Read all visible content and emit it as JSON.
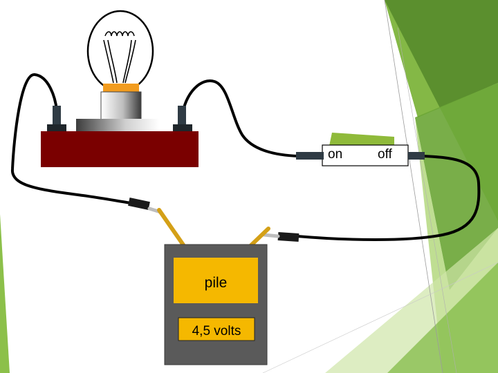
{
  "switch": {
    "on_label": "on",
    "off_label": "off"
  },
  "battery": {
    "label": "pile",
    "voltage": "4,5 volts"
  },
  "colors": {
    "base": "#7a0000",
    "battery_body": "#5a5a5a",
    "battery_panel": "#f5b800",
    "bulb_collar": "#f29c1f",
    "switch_lever": "#8fba3a",
    "wire": "#000000",
    "battery_lead": "#d4a017",
    "deco_green_dark": "#5b8f2e",
    "deco_green_light": "#b5d88a"
  },
  "icons": [
    "light-bulb-icon",
    "filament-icon",
    "terminal-icon",
    "switch-icon",
    "battery-icon",
    "plug-icon"
  ]
}
